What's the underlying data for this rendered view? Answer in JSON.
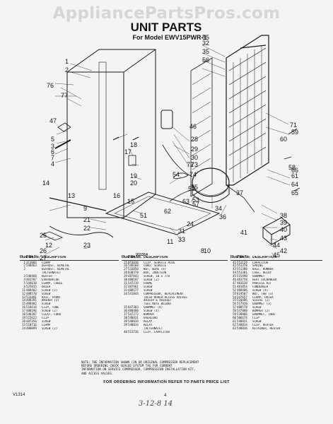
{
  "watermark": "AppliancePartsPros.com",
  "header": {
    "title": "UNIT PARTS",
    "subtitle": "For Model EWV15PWR-1"
  },
  "callouts": [
    "1",
    "2",
    "3",
    "4",
    "5",
    "6",
    "7",
    "8",
    "9",
    "10",
    "11",
    "12",
    "13",
    "14",
    "15",
    "16",
    "17",
    "18",
    "19",
    "20",
    "21",
    "22",
    "23",
    "24",
    "25",
    "26",
    "27",
    "28",
    "29",
    "30",
    "31",
    "32",
    "33",
    "34",
    "35",
    "36",
    "37",
    "38",
    "39",
    "40",
    "41",
    "42",
    "43",
    "44",
    "45",
    "46",
    "47",
    "51",
    "52",
    "53",
    "54",
    "55",
    "56",
    "57",
    "58",
    "59",
    "60",
    "61",
    "62",
    "63",
    "64",
    "65",
    "66",
    "71",
    "72",
    "73",
    "74",
    "75",
    "76",
    "77"
  ],
  "table": {
    "col_headers": {
      "item": "Illus. No.",
      "part": "Part No.",
      "desc": "DESCRIPTION"
    },
    "revision_mark": "V11314",
    "columns": [
      [
        [
          "1",
          "313084",
          "CLAMP"
        ],
        [
          "2",
          "548463",
          "DEFROST, BIMETAL"
        ],
        [
          "2",
          "",
          "DEFROST, BIMETAL"
        ],
        [
          "",
          "",
          "(ALTERNATE)"
        ],
        [
          "3",
          "548460",
          "HEATER"
        ],
        [
          "4",
          "481707",
          "EVAPORATOR"
        ],
        [
          "5",
          "544618",
          "CLAMP, CABLE"
        ],
        [
          "6",
          "525015",
          "DRIER"
        ],
        [
          "11",
          "488402",
          "SCREW (2)"
        ],
        [
          "12",
          "488570",
          "SCREW"
        ],
        [
          "13",
          "533481",
          "RAIL, FRONT"
        ],
        [
          "14",
          "488391",
          "WASHER (3)"
        ],
        [
          "15",
          "488402",
          "SCREW"
        ],
        [
          "16",
          "510414",
          "CLIP, TUBE"
        ],
        [
          "17",
          "488196",
          "SCREW (2)"
        ],
        [
          "18",
          "548207",
          "CLEAT, CORD"
        ],
        [
          "19",
          "515622",
          "CLIP"
        ],
        [
          "20",
          "487356",
          "SCREW"
        ],
        [
          "23",
          "510716",
          "CLAMP"
        ],
        [
          "24",
          "488099",
          "SCREW (2)"
        ]
      ],
      [
        [
          "25",
          "853036",
          "CLIP, SERVICE PLUG"
        ],
        [
          "26",
          "549160",
          "CORD, SERVICE"
        ],
        [
          "27",
          "533850",
          "NUT, WIRE (6)"
        ],
        [
          "28",
          "830378",
          "BOX, JUNCTION"
        ],
        [
          "29",
          "487843",
          "SCREW, 10 x 7/8"
        ],
        [
          "30",
          "488197",
          "SCREW (2)"
        ],
        [
          "31",
          "547219",
          "FRAME"
        ],
        [
          "32",
          "487961",
          "SCREW"
        ],
        [
          "33",
          "488577",
          "SCREW"
        ],
        [
          "34",
          "541844",
          "COMPRESSOR, REPLACEMENT"
        ],
        [
          "",
          "",
          "(ALSO ORDER ACCESS VALVES"
        ],
        [
          "",
          "",
          "481639 & 481636)"
        ],
        [
          "",
          "",
          "(SEE NOTE BELOW)"
        ],
        [
          "35",
          "847383",
          "GROMMET (4)"
        ],
        [
          "36",
          "488400",
          "SCREW (4)"
        ],
        [
          "37",
          "547272",
          "BUMPER"
        ],
        [
          "38",
          "548831",
          "OVERLOAD"
        ],
        [
          "39",
          "548834",
          "RELAY"
        ],
        [
          "39",
          "548834",
          "RELAY"
        ],
        [
          "",
          "",
          "(ALTERNATE)"
        ],
        [
          "40",
          "513736",
          "CLIP, CAPACITOR"
        ]
      ],
      [
        [
          "41",
          "551129",
          "CAPACITOR"
        ],
        [
          "42",
          "551378",
          "SPRING"
        ],
        [
          "43",
          "551380",
          "RAIL, RUNNER"
        ],
        [
          "44",
          "551381",
          "CASE, RELAY"
        ],
        [
          "45",
          "515490",
          "GROMMET"
        ],
        [
          "46",
          "481758",
          "HEAT EXCHANGER"
        ],
        [
          "47",
          "481638",
          "PROCESS KIT"
        ],
        [
          "51",
          "481854",
          "CONDENSER"
        ],
        [
          "52",
          "488406",
          "SCREW (4)"
        ],
        [
          "53",
          "819507",
          "NUT, TAB (3)"
        ],
        [
          "54",
          "547657",
          "CLAMP, DRIER"
        ],
        [
          "55",
          "510486",
          "SLEEVE (2)"
        ],
        [
          "56",
          "517920",
          "GROMMET (3)"
        ],
        [
          "57",
          "488578",
          "SCREW"
        ],
        [
          "58",
          "547888",
          "BUMPER (2)"
        ],
        [
          "59",
          "538886",
          "GROMMET, TUBE"
        ],
        [
          "60",
          "506674",
          "CLIP"
        ],
        [
          "61",
          "548831",
          "SCREW"
        ],
        [
          "62",
          "548834",
          "CLIP, HEATER"
        ],
        [
          "63",
          "548836",
          "RETAINER, HEATER"
        ]
      ]
    ]
  },
  "note": {
    "lines": [
      "NOTE: THE INFORMATION SHOWN (IN OR ORIGINAL COMPRESSOR REPLACEMENT",
      "BEFORE ORDERING CHECK SEALED SYSTEM TAG FOR CURRENT",
      "INFORMATION ON SERVICE COMPRESSOR, COMPRESSION INSTALLATION KIT,",
      "AND ACCESS VALVES."
    ]
  },
  "order_note": "FOR ORDERING INFORMATION REFER TO PARTS PRICE LIST",
  "footer": {
    "code": "V1314",
    "page": "4",
    "handwritten": "3-12-8 14"
  }
}
